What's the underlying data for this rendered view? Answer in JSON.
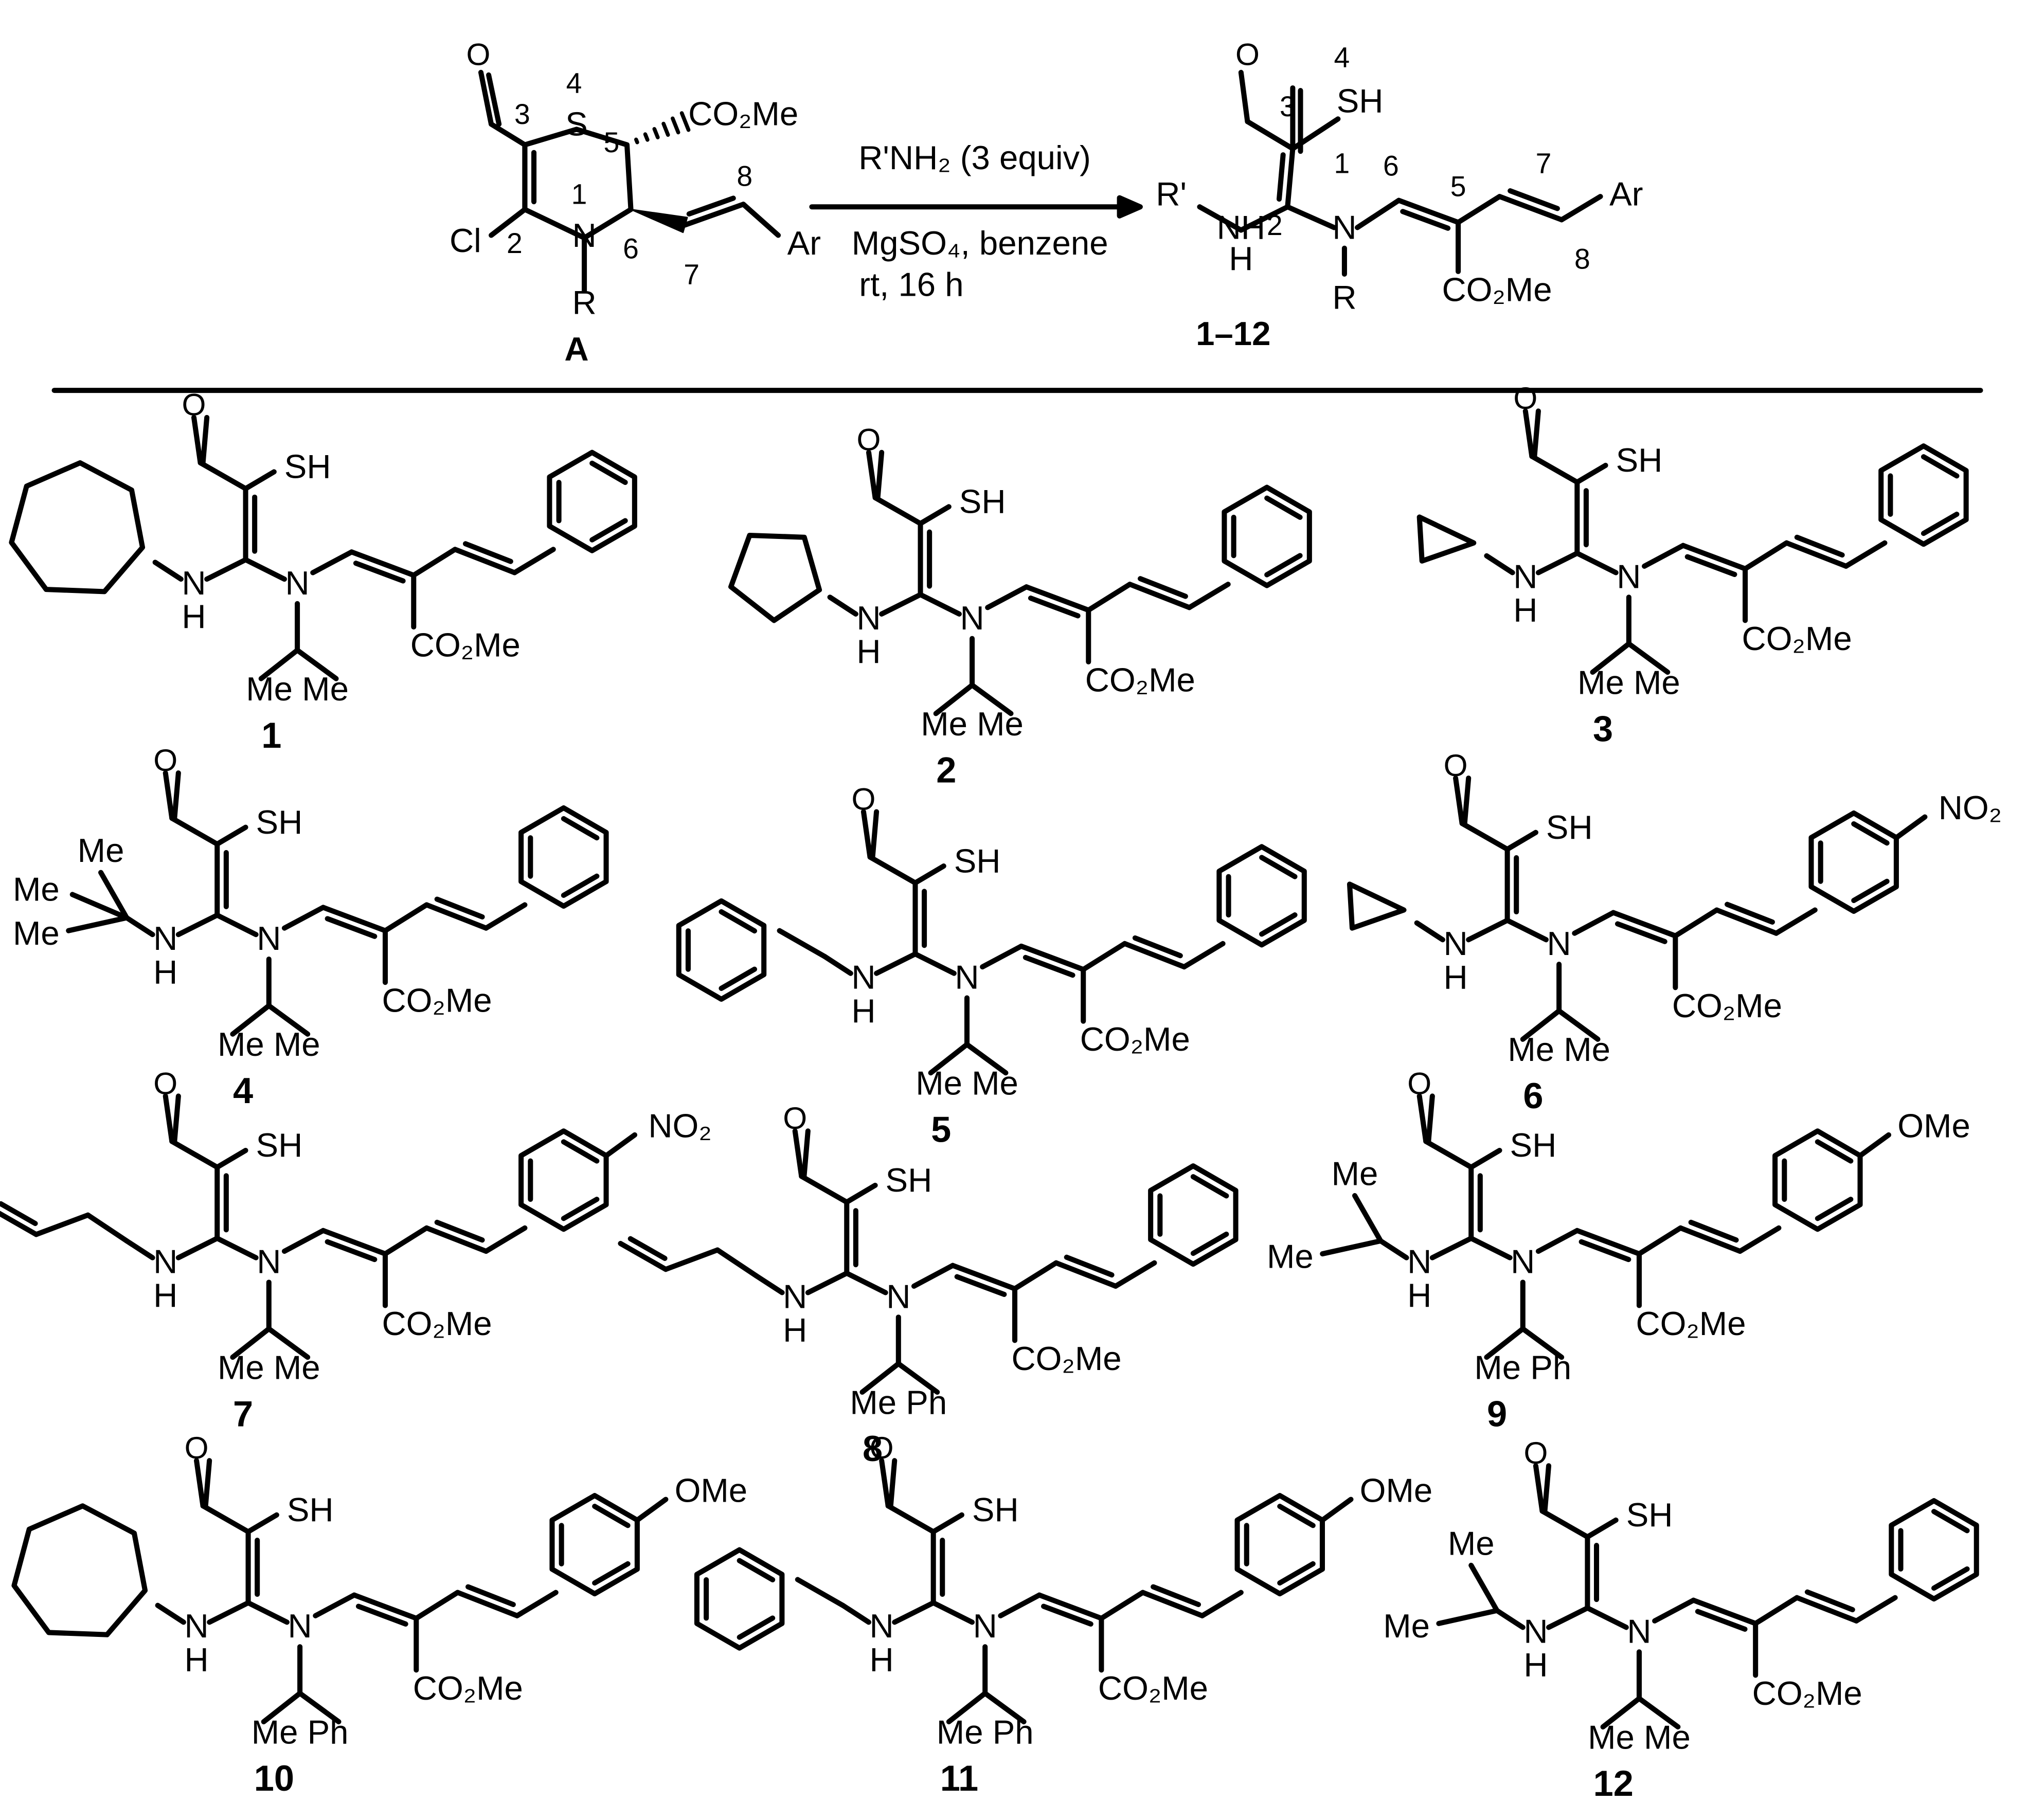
{
  "scheme": {
    "reactant": {
      "id": "A",
      "labels": {
        "cho": "O",
        "s": "S",
        "n": "N",
        "cl": "Cl",
        "r": "R",
        "ester": "CO₂Me",
        "ar": "Ar",
        "locants": [
          "4",
          "3",
          "5",
          "1",
          "2",
          "6",
          "7",
          "8"
        ]
      }
    },
    "conditions": {
      "line1": "R'NH₂  (3 equiv)",
      "line2": "MgSO₄, benzene",
      "line3": "rt, 16 h"
    },
    "product": {
      "id": "1–12",
      "labels": {
        "cho": "O",
        "sh": "SH",
        "rprime": "R'",
        "nh": "NH",
        "h": "H",
        "n": "N",
        "r": "R",
        "ester": "CO₂Me",
        "ar": "Ar",
        "locants": [
          "4",
          "3",
          "1",
          "6",
          "5",
          "7",
          "2",
          "8"
        ]
      }
    }
  },
  "compounds": [
    {
      "id": "1",
      "amine": "cycloheptyl",
      "n_sub": "Me  Me",
      "aryl": "phenyl"
    },
    {
      "id": "2",
      "amine": "cyclopentyl",
      "n_sub": "Me  Me",
      "aryl": "phenyl"
    },
    {
      "id": "3",
      "amine": "cyclopropyl",
      "n_sub": "Me  Me",
      "aryl": "phenyl"
    },
    {
      "id": "4",
      "amine": "tert-butyl",
      "n_sub": "Me  Me",
      "aryl": "phenyl",
      "extra": [
        "Me",
        "Me",
        "Me"
      ]
    },
    {
      "id": "5",
      "amine": "benzyl",
      "n_sub": "Me  Me",
      "aryl": "phenyl"
    },
    {
      "id": "6",
      "amine": "cyclopropyl",
      "n_sub": "Me  Me",
      "aryl": "4-nitrophenyl",
      "para": "NO₂"
    },
    {
      "id": "7",
      "amine": "allyl",
      "n_sub": "Me  Me",
      "aryl": "4-nitrophenyl",
      "para": "NO₂"
    },
    {
      "id": "8",
      "amine": "allyl",
      "n_sub": "Me  Ph",
      "aryl": "phenyl"
    },
    {
      "id": "9",
      "amine": "isopropyl",
      "n_sub": "Me  Ph",
      "aryl": "4-methoxyphenyl",
      "para": "OMe",
      "extra": [
        "Me",
        "Me"
      ]
    },
    {
      "id": "10",
      "amine": "cycloheptyl",
      "n_sub": "Me  Ph",
      "aryl": "4-methoxyphenyl",
      "para": "OMe"
    },
    {
      "id": "11",
      "amine": "benzyl",
      "n_sub": "Me  Ph",
      "aryl": "4-methoxyphenyl",
      "para": "OMe"
    },
    {
      "id": "12",
      "amine": "isopropyl",
      "n_sub": "Me  Me",
      "aryl": "phenyl",
      "extra": [
        "Me",
        "Me"
      ]
    }
  ],
  "common_labels": {
    "o": "O",
    "sh": "SH",
    "n": "N",
    "nh": "N",
    "h": "H",
    "ester": "CO₂Me"
  }
}
